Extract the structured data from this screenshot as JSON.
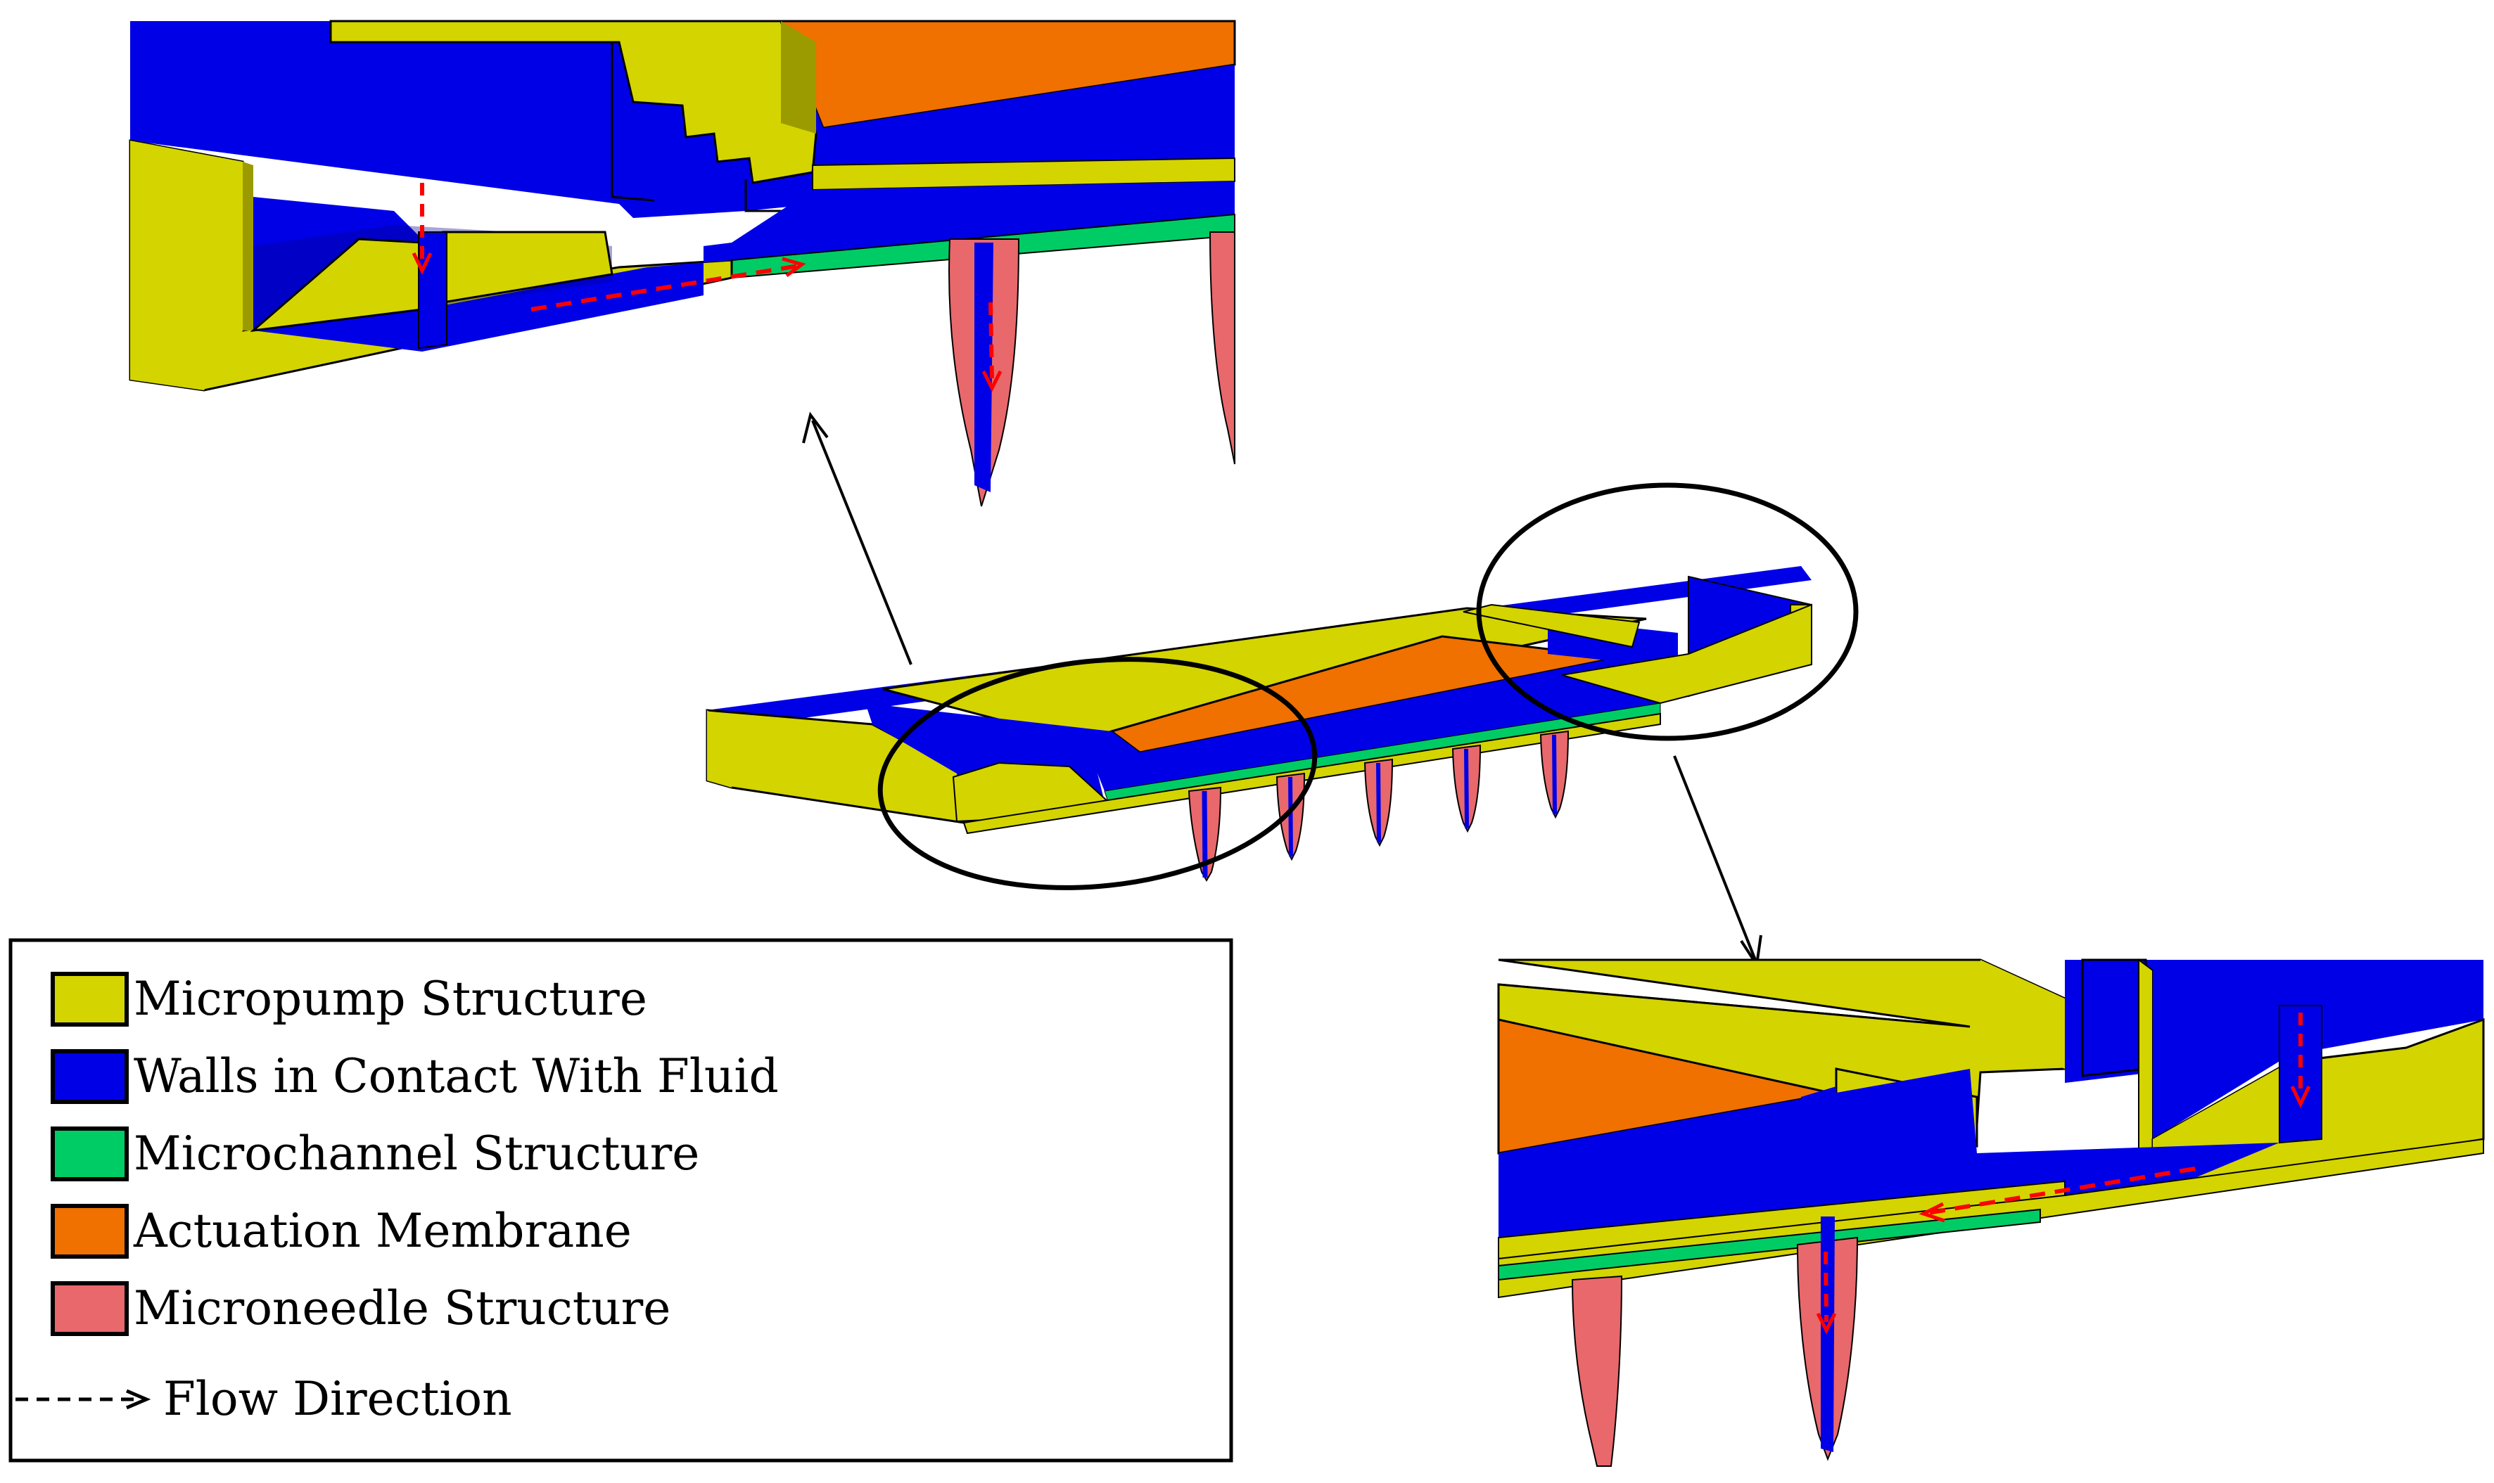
{
  "colors": {
    "micropump": "#d4d400",
    "micropump_dark": "#9b9b00",
    "walls": "#0000e6",
    "walls_dark": "#00008c",
    "microchannel": "#00cc66",
    "membrane": "#f07000",
    "needle": "#e8686c",
    "flow_arrow": "#ff0000",
    "outline": "#000000"
  },
  "legend": {
    "items": [
      {
        "label": "Micropump Structure",
        "swatch": "#d4d400"
      },
      {
        "label": "Walls in Contact With Fluid",
        "swatch": "#0000e6"
      },
      {
        "label": "Microchannel Structure",
        "swatch": "#00cc66"
      },
      {
        "label": "Actuation Membrane",
        "swatch": "#f07000"
      },
      {
        "label": "Microneedle Structure",
        "swatch": "#e8686c"
      }
    ],
    "flow_label": "Flow Direction"
  }
}
